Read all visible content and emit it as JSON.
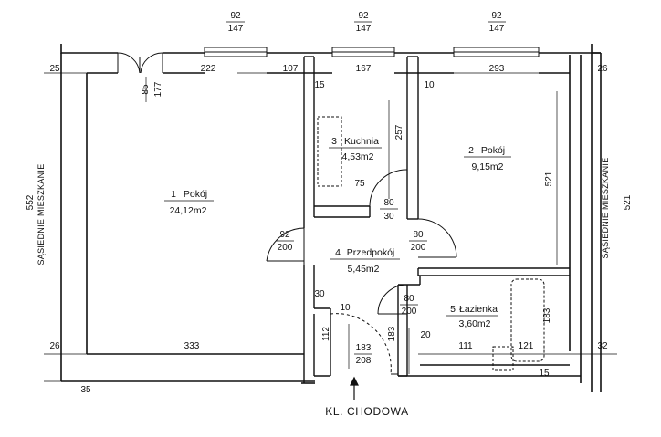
{
  "plan": {
    "rooms": [
      {
        "number": "1",
        "name": "Pokój",
        "area": "24,12m2"
      },
      {
        "number": "2",
        "name": "Pokój",
        "area": "9,15m2"
      },
      {
        "number": "3",
        "name": "Kuchnia",
        "area": "4,53m2"
      },
      {
        "number": "4",
        "name": "Przedpokój",
        "area": "5,45m2"
      },
      {
        "number": "5",
        "name": "Łazienka",
        "area": "3,60m2"
      }
    ],
    "windows": [
      {
        "width": "92",
        "height": "147"
      },
      {
        "width": "92",
        "height": "147"
      },
      {
        "width": "92",
        "height": "147"
      }
    ],
    "dimensions": {
      "top_left_wall": "25",
      "room1_top": "222",
      "top_107": "107",
      "door_85": "85",
      "door_177": "177",
      "kitchen_top": "167",
      "wall_15": "15",
      "wall_10": "10",
      "room2_top": "293",
      "top_right_wall": "26",
      "left_height": "552",
      "right_height": "521",
      "room2_height": "521",
      "kitchen_257": "257",
      "kitchen_75": "75",
      "door_80_30_a": "80",
      "door_80_30_b": "30",
      "door_92": "92",
      "door_200_a": "200",
      "door_80_a": "80",
      "door_200_b": "200",
      "wall_30": "30",
      "wall_10_b": "10",
      "door_80_b": "80",
      "door_200_c": "200",
      "bath_183": "183",
      "bottom_left_wall": "26",
      "room1_bottom": "333",
      "hall_112": "112",
      "entry_183": "183",
      "entry_208": "208",
      "hall_183": "183",
      "wall_20": "20",
      "bath_111": "111",
      "bath_121": "121",
      "bottom_right_wall": "32",
      "bath_15": "15",
      "bottom_35": "35"
    },
    "neighbor_label": "SĄSIEDNIE MIESZKANIE",
    "entrance_label": "KL. CHODOWA"
  },
  "colors": {
    "wall": "#111111",
    "line": "#111111",
    "background": "#ffffff"
  }
}
